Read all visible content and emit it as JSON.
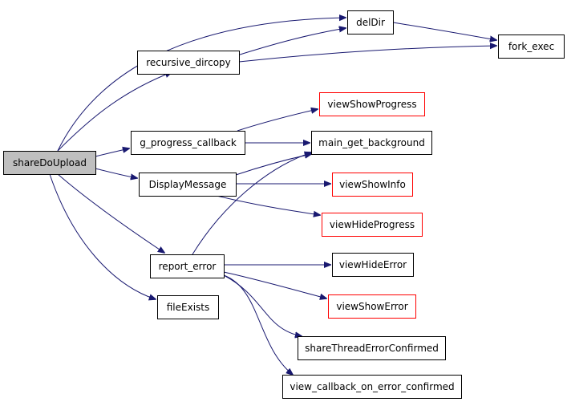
{
  "nodes": {
    "shareDoUpload": {
      "label": "shareDoUpload",
      "kind": "root"
    },
    "recursive_dircopy": {
      "label": "recursive_dircopy",
      "kind": "normal"
    },
    "delDir": {
      "label": "delDir",
      "kind": "normal"
    },
    "fork_exec": {
      "label": "fork_exec",
      "kind": "normal"
    },
    "g_progress_callback": {
      "label": "g_progress_callback",
      "kind": "normal"
    },
    "viewShowProgress": {
      "label": "viewShowProgress",
      "kind": "external"
    },
    "main_get_background": {
      "label": "main_get_background",
      "kind": "normal"
    },
    "DisplayMessage": {
      "label": "DisplayMessage",
      "kind": "normal"
    },
    "viewShowInfo": {
      "label": "viewShowInfo",
      "kind": "external"
    },
    "viewHideProgress": {
      "label": "viewHideProgress",
      "kind": "external"
    },
    "report_error": {
      "label": "report_error",
      "kind": "normal"
    },
    "viewHideError": {
      "label": "viewHideError",
      "kind": "normal"
    },
    "viewShowError": {
      "label": "viewShowError",
      "kind": "external"
    },
    "shareThreadErrorConfirmed": {
      "label": "shareThreadErrorConfirmed",
      "kind": "normal"
    },
    "view_callback_on_error_confirmed": {
      "label": "view_callback_on_error_confirmed",
      "kind": "normal"
    },
    "fileExists": {
      "label": "fileExists",
      "kind": "normal"
    }
  },
  "edges": [
    [
      "shareDoUpload",
      "delDir"
    ],
    [
      "shareDoUpload",
      "recursive_dircopy"
    ],
    [
      "recursive_dircopy",
      "delDir"
    ],
    [
      "recursive_dircopy",
      "fork_exec"
    ],
    [
      "delDir",
      "fork_exec"
    ],
    [
      "shareDoUpload",
      "g_progress_callback"
    ],
    [
      "g_progress_callback",
      "viewShowProgress"
    ],
    [
      "g_progress_callback",
      "main_get_background"
    ],
    [
      "shareDoUpload",
      "DisplayMessage"
    ],
    [
      "DisplayMessage",
      "main_get_background"
    ],
    [
      "DisplayMessage",
      "viewShowInfo"
    ],
    [
      "DisplayMessage",
      "viewHideProgress"
    ],
    [
      "shareDoUpload",
      "report_error"
    ],
    [
      "report_error",
      "main_get_background"
    ],
    [
      "report_error",
      "viewHideError"
    ],
    [
      "report_error",
      "viewShowError"
    ],
    [
      "report_error",
      "shareThreadErrorConfirmed"
    ],
    [
      "report_error",
      "view_callback_on_error_confirmed"
    ],
    [
      "shareDoUpload",
      "fileExists"
    ]
  ],
  "colors": {
    "edge": "#191970",
    "node_border": "#000000",
    "external_node_border": "#ff0000",
    "root_fill": "#bfbfbf",
    "background": "#ffffff"
  }
}
